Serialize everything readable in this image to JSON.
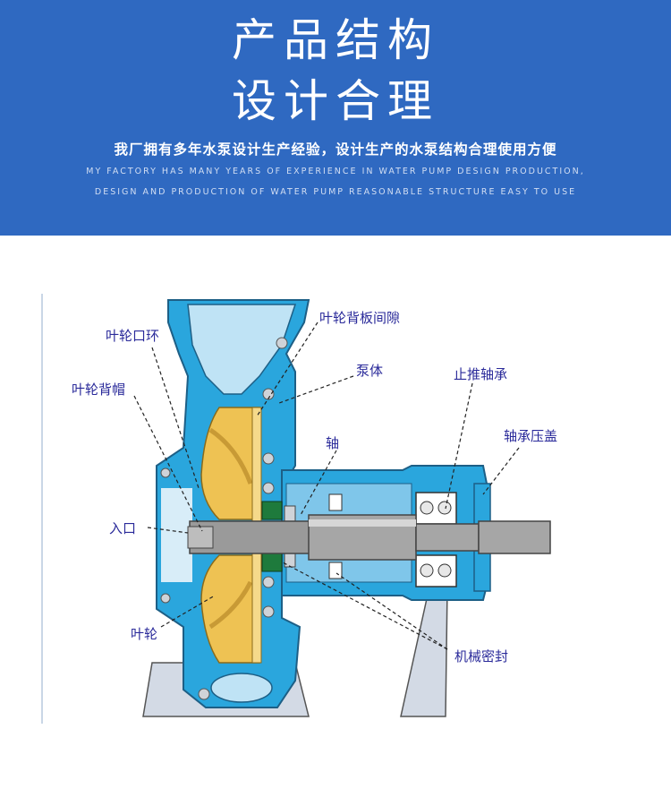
{
  "header": {
    "title_line1": "产品结构",
    "title_line2": "设计合理",
    "subtitle": "我厂拥有多年水泵设计生产经验，设计生产的水泵结构合理使用方便",
    "english_line1": "MY FACTORY HAS MANY YEARS OF EXPERIENCE IN WATER PUMP DESIGN PRODUCTION,",
    "english_line2": "DESIGN AND PRODUCTION OF WATER PUMP REASONABLE STRUCTURE EASY TO USE"
  },
  "diagram": {
    "labels": {
      "impeller_ring": "叶轮口环",
      "impeller_cap": "叶轮背帽",
      "inlet": "入口",
      "impeller": "叶轮",
      "backplate_gap": "叶轮背板间隙",
      "pump_body": "泵体",
      "shaft": "轴",
      "thrust_bearing": "止推轴承",
      "bearing_cover": "轴承压盖",
      "mech_seal": "机械密封"
    }
  },
  "colors": {
    "banner": "#2f69c1",
    "casing_blue": "#2aa6dd",
    "light_blue": "#bfe3f5",
    "impeller_gold": "#eec253",
    "shaft_grey": "#9a9a9a",
    "label_color": "#2a2a9a"
  }
}
